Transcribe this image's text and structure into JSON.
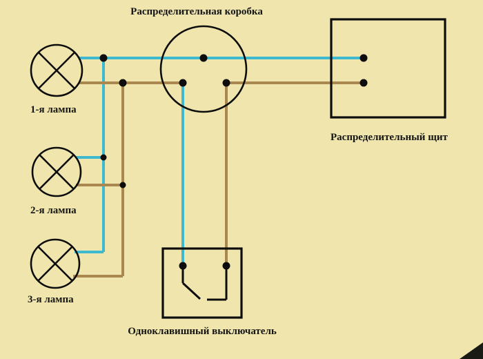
{
  "background": "#efe5ad",
  "colors": {
    "neutral_wire": "#3fb9cf",
    "phase_wire": "#a9874e",
    "line": "#0d0d0d"
  },
  "labels": {
    "junction_box": "Распределительная коробка",
    "panel": "Распределительный щит",
    "lamp1": "1-я лампа",
    "lamp2": "2-я лампа",
    "lamp3": "3-я лампа",
    "switch": "Одноклавишный выключатель"
  }
}
